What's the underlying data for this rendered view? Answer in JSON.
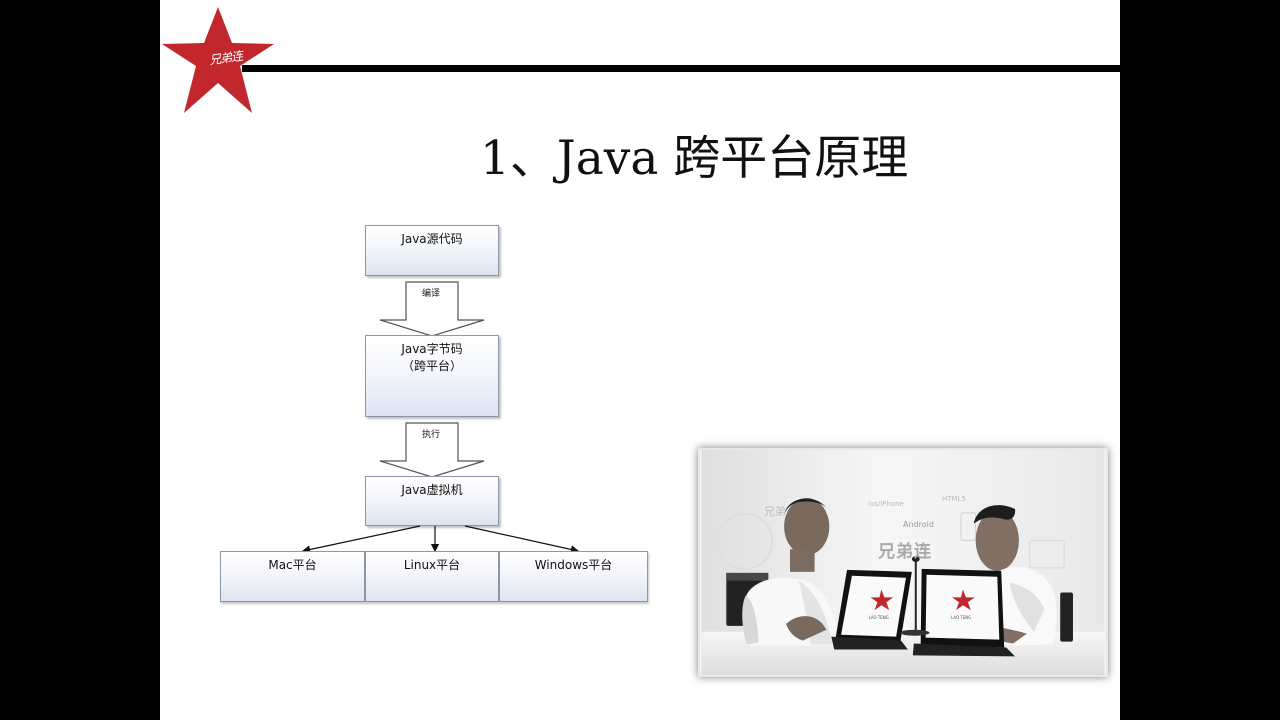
{
  "slide": {
    "title": "1、Java 跨平台原理"
  },
  "logo": {
    "text": "兄弟连",
    "color": "#c1272d"
  },
  "diagram": {
    "source": "Java源代码",
    "compile": "编译",
    "bytecode_line1": "Java字节码",
    "bytecode_line2": "（跨平台）",
    "execute": "执行",
    "virtual_machine": "Java虚拟机",
    "platforms": {
      "mac": "Mac平台",
      "linux": "Linux平台",
      "windows": "Windows平台"
    },
    "box_color": "#dce4f1",
    "border_color": "#8c97a7"
  },
  "video": {
    "brand": "兄弟连",
    "android": "Android",
    "background_text_left": "兄弟",
    "background_text_center": "ios/iPhone",
    "background_text_right": "HTML5"
  }
}
